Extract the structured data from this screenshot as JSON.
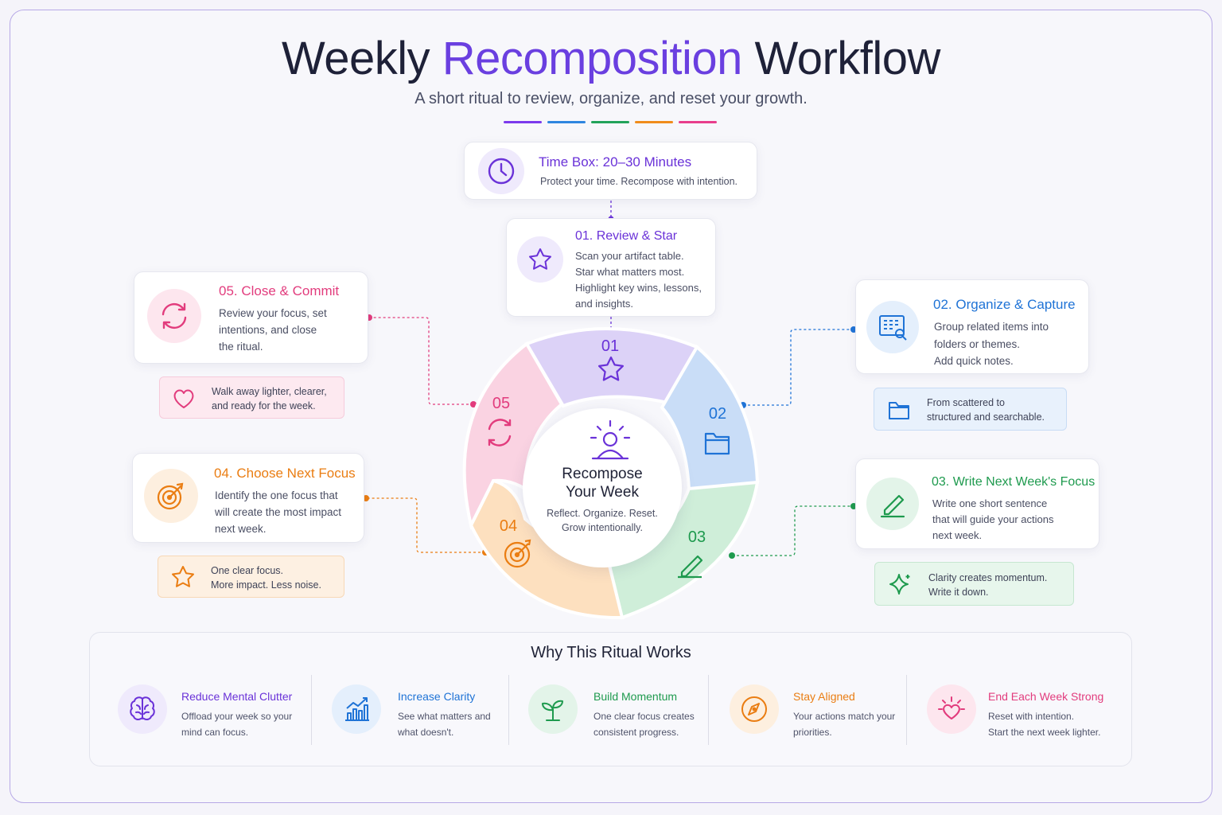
{
  "header": {
    "title_part1": "Weekly ",
    "title_accent": "Recomposition",
    "title_part2": " Workflow",
    "subtitle": "A short ritual to review, organize, and reset your growth.",
    "stripe_colors": [
      "#7c3aed",
      "#2f86e0",
      "#22a35a",
      "#f08c1c",
      "#e83e8c"
    ]
  },
  "timebox": {
    "title": "Time Box: 20–30 Minutes",
    "text": "Protect your time. Recompose with intention.",
    "icon": "clock-icon",
    "color": "#6a32d8"
  },
  "center": {
    "title_line1": "Recompose",
    "title_line2": "Your Week",
    "sub_line1": "Reflect. Organize. Reset.",
    "sub_line2": "Grow intentionally.",
    "icon": "sunrise-person-icon"
  },
  "steps": [
    {
      "num": "01",
      "title": "01. Review & Star",
      "lines": [
        "Scan your artifact table.",
        "Star what matters most.",
        "Highlight key wins, lessons,",
        "and insights."
      ],
      "icon": "star-icon",
      "color": "#6a32d8"
    },
    {
      "num": "02",
      "title": "02. Organize & Capture",
      "lines": [
        "Group related items into",
        "folders or themes.",
        "Add quick notes."
      ],
      "icon": "grid-search-icon",
      "color": "#1f73d6",
      "note_lines": [
        "From scattered to",
        "structured and searchable."
      ],
      "note_icon": "folder-icon"
    },
    {
      "num": "03",
      "title": "03. Write Next Week's Focus",
      "lines": [
        "Write one short sentence",
        "that will guide your actions",
        "next week."
      ],
      "icon": "pencil-icon",
      "color": "#1e9a4e",
      "note_lines": [
        "Clarity creates momentum.",
        "Write it down."
      ],
      "note_icon": "sparkle-icon"
    },
    {
      "num": "04",
      "title": "04. Choose Next Focus",
      "lines": [
        "Identify the one focus that",
        "will create the most impact",
        "next week."
      ],
      "icon": "target-icon",
      "color": "#ea7d12",
      "note_lines": [
        "One clear focus.",
        "More impact. Less noise."
      ],
      "note_icon": "star-outline-icon"
    },
    {
      "num": "05",
      "title": "05. Close & Commit",
      "lines": [
        "Review your focus, set",
        "intentions, and close",
        "the ritual."
      ],
      "icon": "refresh-icon",
      "color": "#e23c7d",
      "note_lines": [
        "Walk away lighter, clearer,",
        "and ready for the week."
      ],
      "note_icon": "heart-icon"
    }
  ],
  "why": {
    "title": "Why This Ritual Works",
    "items": [
      {
        "title": "Reduce Mental Clutter",
        "lines": [
          "Offload your week so your",
          "mind can focus."
        ],
        "icon": "brain-icon",
        "color": "#6a32d8"
      },
      {
        "title": "Increase Clarity",
        "lines": [
          "See what matters and",
          "what doesn't."
        ],
        "icon": "chart-growth-icon",
        "color": "#1f73d6"
      },
      {
        "title": "Build Momentum",
        "lines": [
          "One clear focus creates",
          "consistent progress."
        ],
        "icon": "sprout-icon",
        "color": "#1e9a4e"
      },
      {
        "title": "Stay Aligned",
        "lines": [
          "Your actions match your",
          "priorities."
        ],
        "icon": "compass-icon",
        "color": "#ea7d12"
      },
      {
        "title": "End Each Week Strong",
        "lines": [
          "Reset with intention.",
          "Start the next week lighter."
        ],
        "icon": "heart-sparkle-icon",
        "color": "#e23c7d"
      }
    ]
  }
}
